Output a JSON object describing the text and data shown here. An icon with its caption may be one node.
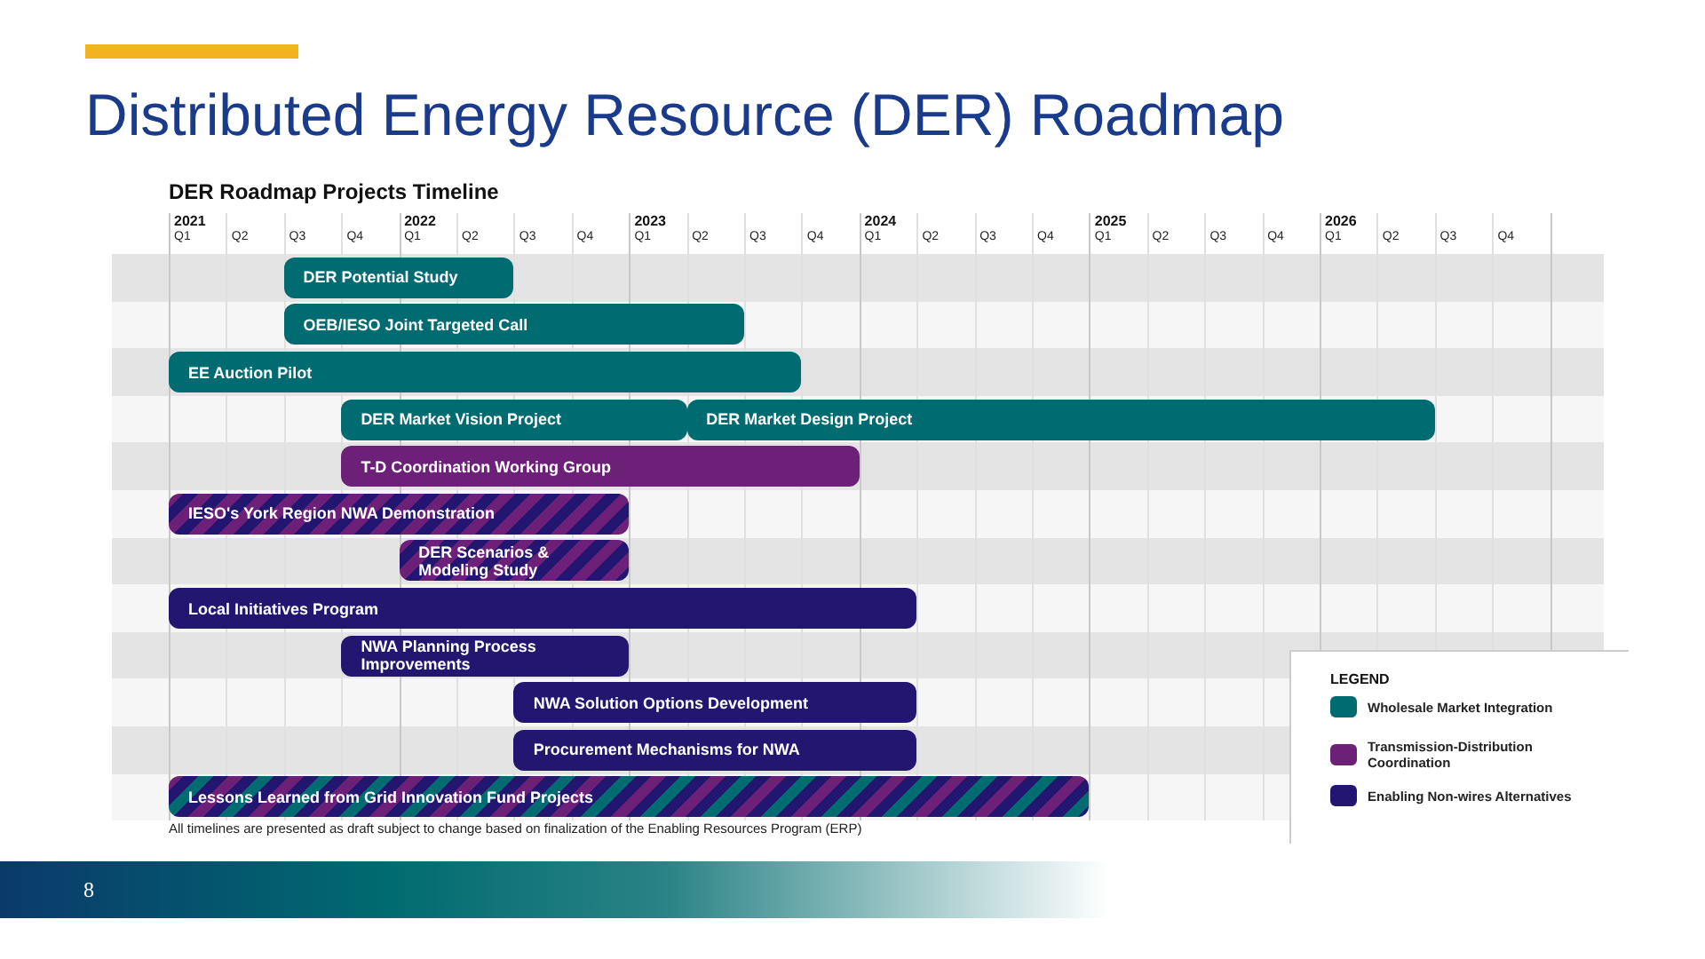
{
  "diagram": {
    "title": "Distributed Energy Resource (DER) Roadmap",
    "nodes": [
      {
        "text": [
          "DER Potential Study"
        ]
      },
      {
        "text": [
          "OEB/IESO Joint Targeted Call"
        ]
      },
      {
        "text": [
          "EE Auction Pilot"
        ]
      },
      {
        "text": [
          "DER Market Vision Project"
        ]
      },
      {
        "text": [
          "DER Market Design Project"
        ]
      },
      {
        "text": [
          "T-D Coordination Working Group"
        ]
      },
      {
        "text": [
          "IESO's York Region NWA Demonstration"
        ]
      },
      {
        "text": [
          "DER Scenarios & Modeling Study"
        ]
      },
      {
        "text": [
          "Local Initiatives Program"
        ]
      },
      {
        "text": [
          "NWA Planning Process Improvements"
        ]
      },
      {
        "text": [
          "NWA Solution Options Development"
        ]
      },
      {
        "text": [
          "Procurement Mechanisms for NWA"
        ]
      },
      {
        "text": [
          "Lessons Learned from Grid Innovation Fund Projects"
        ]
      }
    ],
    "labels": [
      "DER Roadmap Projects Timeline",
      "2021",
      "2022",
      "2023",
      "2024",
      "2025",
      "2026",
      "Q1",
      "Q2",
      "Q3",
      "Q4",
      "Q1",
      "Q2",
      "Q3",
      "Q4",
      "Q1",
      "Q2",
      "Q3",
      "Q4",
      "Q1",
      "Q2",
      "Q3",
      "Q4",
      "Q1",
      "Q2",
      "Q3",
      "Q4",
      "Q1",
      "Q2",
      "Q3",
      "Q4",
      "All timelines are presented as draft subject to change based on finalization of the Enabling Resources Program (ERP)",
      "LEGEND",
      "8"
    ],
    "legend": [
      {
        "text": "Wholesale Market Integration",
        "color": "#006b70"
      },
      {
        "text": "Transmission-Distribution Coordination",
        "color": "#6d2077"
      },
      {
        "text": "Enabling Non-wires Alternatives",
        "color": "#221671"
      }
    ]
  }
}
